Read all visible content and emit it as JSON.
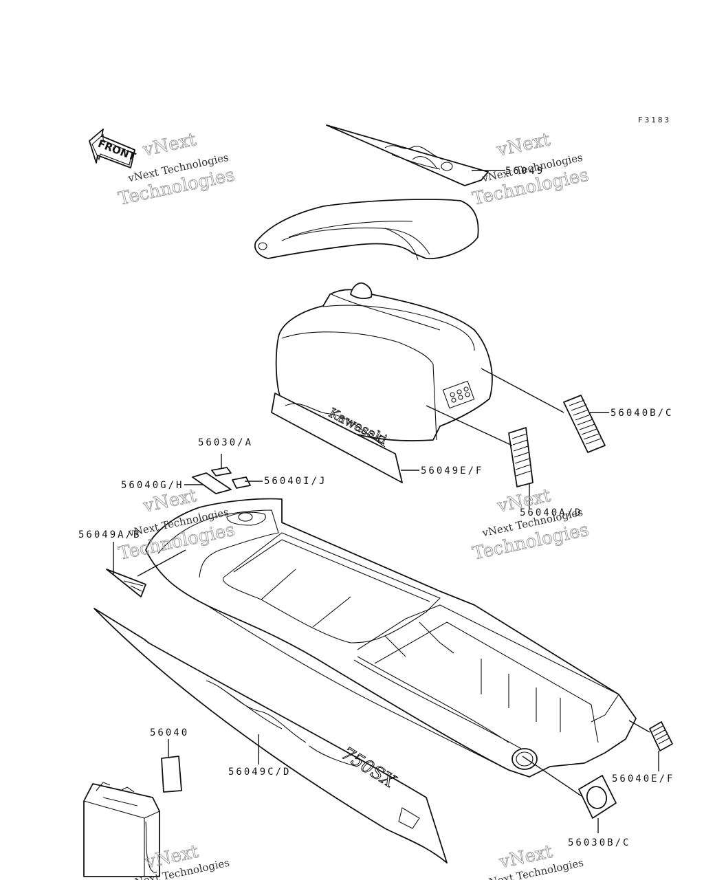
{
  "diagram_code": "F3183",
  "front_label": "FRONT",
  "decal_text_brand": "Kawasaki",
  "decal_text_model": "750SX",
  "watermark": {
    "line1": "vNext Technologies",
    "line2": "Technologies"
  },
  "labels": {
    "p56049": "56049",
    "p56040bc": "56040B/C",
    "p56049ef": "56049E/F",
    "p56030a": "56030/A",
    "p56040gh": "56040G/H",
    "p56040ij": "56040I/J",
    "p56040ad": "56040A/D",
    "p56049ab": "56049A/B",
    "p56040": "56040",
    "p56049cd": "56049C/D",
    "p56040ef": "56040E/F",
    "p56030bc": "56030B/C"
  }
}
